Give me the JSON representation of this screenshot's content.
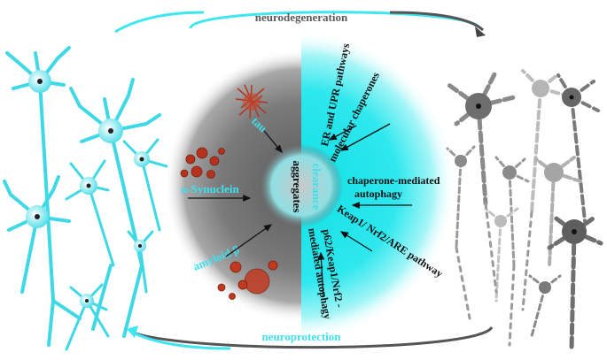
{
  "top_cycle_label": "neurodegeneration",
  "bottom_cycle_label": "neuroprotection",
  "center": {
    "left_word": "aggregates",
    "right_word": "clearance"
  },
  "aggregate_types": [
    {
      "label": "tau"
    },
    {
      "label": "α-Synuclein"
    },
    {
      "label": "amyloid β"
    }
  ],
  "clearance_pathways": [
    {
      "label": "ER and UPR pathways"
    },
    {
      "label": "molecular chaperones"
    },
    {
      "label": "chaperone-mediated",
      "label2": "autophagy"
    },
    {
      "label": "Keap1/ Nrf2/ARE pathway"
    },
    {
      "label": "p62/Keap1/Nrf2 -",
      "label2": "mediated autophagy"
    }
  ],
  "colors": {
    "healthy_neuron": "#3fd9e6",
    "cycle_arrow_cyan": "#3ee6f0",
    "cycle_arrow_gray": "#444444",
    "left_half": "#707070",
    "right_half": "#17e3e8",
    "aggregate_red": "#b5331d",
    "label_cyan": "#3ee0ee",
    "label_gray": "#5a5a5a"
  }
}
